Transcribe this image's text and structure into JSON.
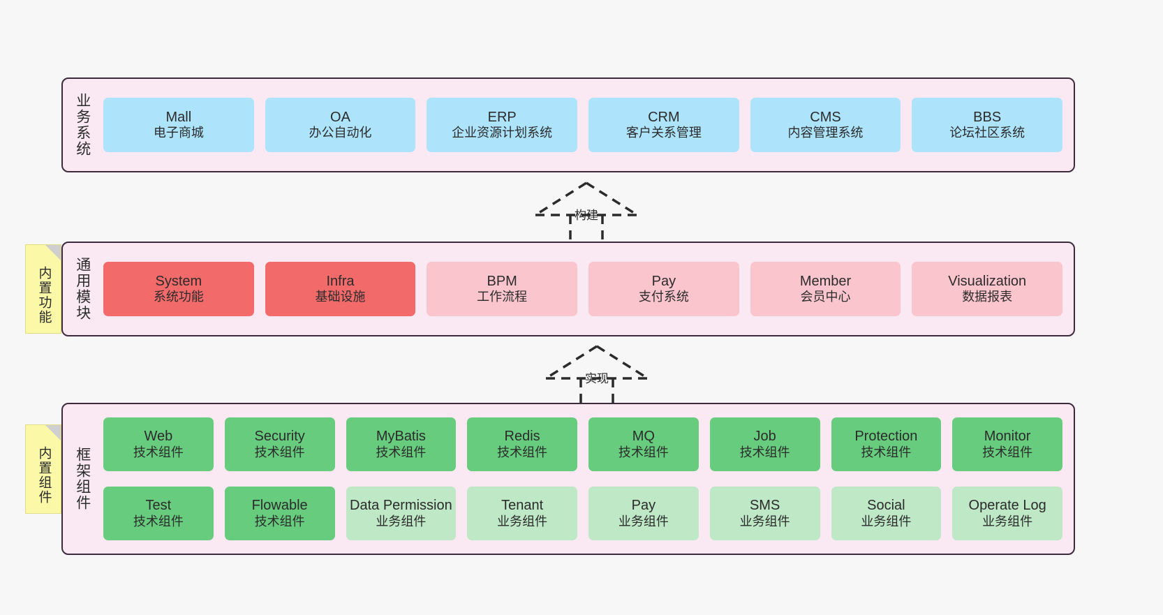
{
  "notes": [
    {
      "id": "common",
      "label": "内置功能"
    },
    {
      "id": "framework",
      "label": "内置组件"
    }
  ],
  "connectors": [
    {
      "id": "build",
      "label": "构建"
    },
    {
      "id": "impl",
      "label": "实现"
    }
  ],
  "layers": [
    {
      "id": "business",
      "title": "业务系统",
      "rows": [
        [
          {
            "title": "Mall",
            "subtitle": "电子商城",
            "color": "blue"
          },
          {
            "title": "OA",
            "subtitle": "办公自动化",
            "color": "blue"
          },
          {
            "title": "ERP",
            "subtitle": "企业资源计划系统",
            "color": "blue"
          },
          {
            "title": "CRM",
            "subtitle": "客户关系管理",
            "color": "blue"
          },
          {
            "title": "CMS",
            "subtitle": "内容管理系统",
            "color": "blue"
          },
          {
            "title": "BBS",
            "subtitle": "论坛社区系统",
            "color": "blue"
          }
        ]
      ]
    },
    {
      "id": "common",
      "title": "通用模块",
      "rows": [
        [
          {
            "title": "System",
            "subtitle": "系统功能",
            "color": "red"
          },
          {
            "title": "Infra",
            "subtitle": "基础设施",
            "color": "red"
          },
          {
            "title": "BPM",
            "subtitle": "工作流程",
            "color": "pink"
          },
          {
            "title": "Pay",
            "subtitle": "支付系统",
            "color": "pink"
          },
          {
            "title": "Member",
            "subtitle": "会员中心",
            "color": "pink"
          },
          {
            "title": "Visualization",
            "subtitle": "数据报表",
            "color": "pink"
          }
        ]
      ]
    },
    {
      "id": "framework",
      "title": "框架组件",
      "rows": [
        [
          {
            "title": "Web",
            "subtitle": "技术组件",
            "color": "green"
          },
          {
            "title": "Security",
            "subtitle": "技术组件",
            "color": "green"
          },
          {
            "title": "MyBatis",
            "subtitle": "技术组件",
            "color": "green"
          },
          {
            "title": "Redis",
            "subtitle": "技术组件",
            "color": "green"
          },
          {
            "title": "MQ",
            "subtitle": "技术组件",
            "color": "green"
          },
          {
            "title": "Job",
            "subtitle": "技术组件",
            "color": "green"
          },
          {
            "title": "Protection",
            "subtitle": "技术组件",
            "color": "green"
          },
          {
            "title": "Monitor",
            "subtitle": "技术组件",
            "color": "green"
          }
        ],
        [
          {
            "title": "Test",
            "subtitle": "技术组件",
            "color": "green"
          },
          {
            "title": "Flowable",
            "subtitle": "技术组件",
            "color": "green"
          },
          {
            "title": "Data Permission",
            "subtitle": "业务组件",
            "color": "lgreen"
          },
          {
            "title": "Tenant",
            "subtitle": "业务组件",
            "color": "lgreen"
          },
          {
            "title": "Pay",
            "subtitle": "业务组件",
            "color": "lgreen"
          },
          {
            "title": "SMS",
            "subtitle": "业务组件",
            "color": "lgreen"
          },
          {
            "title": "Social",
            "subtitle": "业务组件",
            "color": "lgreen"
          },
          {
            "title": "Operate Log",
            "subtitle": "业务组件",
            "color": "lgreen"
          }
        ]
      ]
    }
  ],
  "colors": {
    "background": "#f7f7f7",
    "layer_fill": "#fae9f3",
    "layer_border": "#3d2b3d",
    "blue": "#ade4fb",
    "red": "#f26a6a",
    "pink": "#fbc5cd",
    "green": "#67cc7e",
    "light_green": "#bee8c6",
    "note_fill": "#fbf8a8",
    "connector": "#2b2b2b"
  }
}
